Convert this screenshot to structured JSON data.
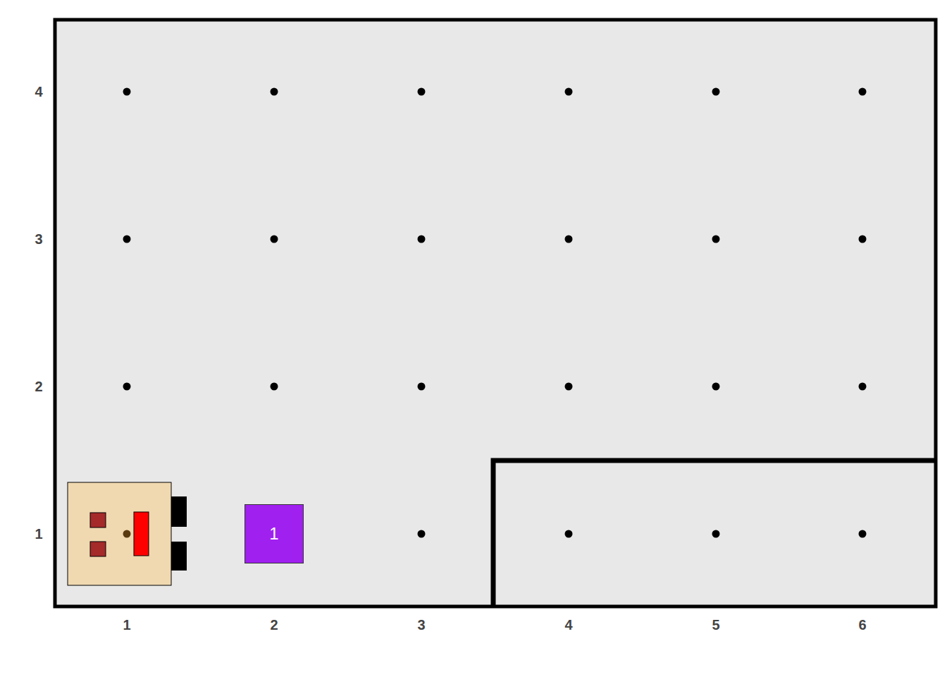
{
  "diagram": {
    "nodes": [
      {
        "text": [
          "1"
        ]
      }
    ],
    "labels": [
      "4",
      "3",
      "2",
      "1",
      "1",
      "2",
      "3",
      "4",
      "5",
      "6"
    ]
  }
}
